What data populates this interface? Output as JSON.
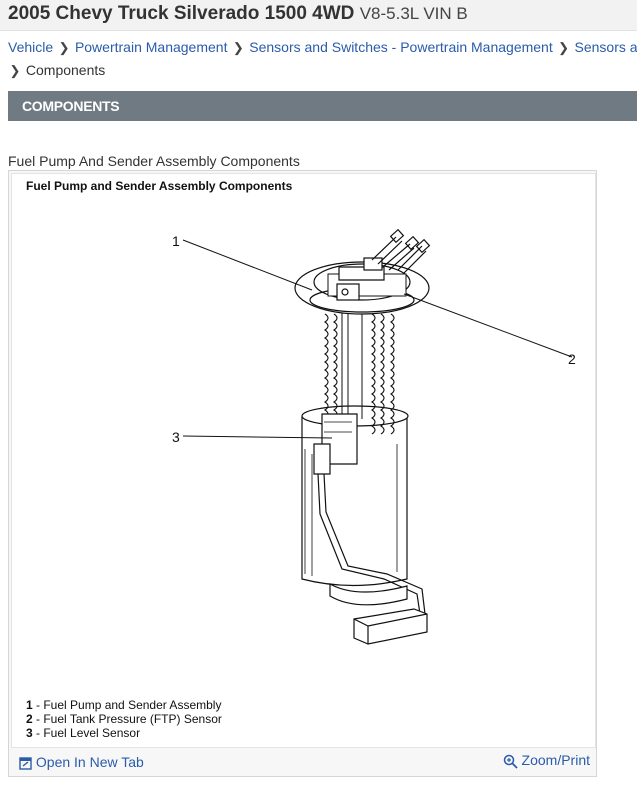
{
  "header": {
    "title": "2005 Chevy Truck Silverado 1500 4WD",
    "engine": "V8-5.3L VIN B"
  },
  "breadcrumb": {
    "items": [
      "Vehicle",
      "Powertrain Management",
      "Sensors and Switches - Powertrain Management",
      "Sensors and Switches - Powertrain Management"
    ],
    "current": "Components"
  },
  "section": {
    "title": "COMPONENTS"
  },
  "figure": {
    "caption": "Fuel Pump And Sender Assembly Components",
    "title": "Fuel Pump and Sender Assembly Components",
    "callouts": [
      "1",
      "2",
      "3"
    ],
    "legend": [
      {
        "num": "1",
        "text": " - Fuel Pump and Sender Assembly"
      },
      {
        "num": "2",
        "text": " - Fuel Tank Pressure (FTP) Sensor"
      },
      {
        "num": "3",
        "text": " - Fuel Level Sensor"
      }
    ],
    "open_tab_label": "Open In New Tab",
    "zoom_label": "Zoom/Print"
  },
  "icons": {
    "chevron": "chevron-right-icon",
    "open_tab": "open-in-new-tab-icon",
    "zoom": "zoom-icon"
  },
  "colors": {
    "link": "#2a5caa",
    "section_bar": "#707a82",
    "title_bar": "#f2f2f2"
  }
}
